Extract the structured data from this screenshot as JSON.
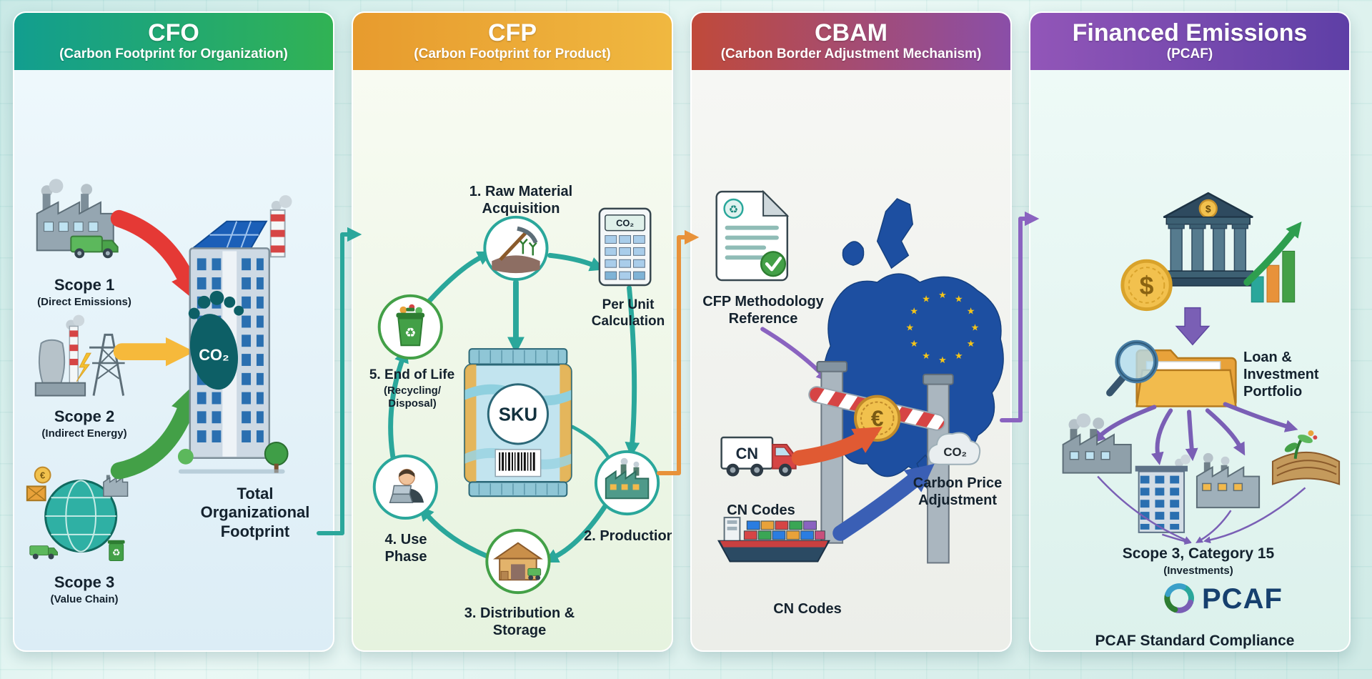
{
  "palette": {
    "teal_connector": "#2aa79b",
    "orange_connector": "#e8923a",
    "purple_connector": "#8a63c0",
    "scope1_arrow": "#e53935",
    "scope2_arrow": "#f6b93b",
    "scope3_arrow": "#43a047",
    "eu_blue": "#1d4fa1",
    "gold": "#f2c14e"
  },
  "icons": {
    "recycle": "♻",
    "star": "★",
    "euro": "€",
    "dollar": "$",
    "co2": "CO₂"
  },
  "panels": {
    "cfo": {
      "title": "CFO",
      "subtitle": "(Carbon Footprint for Organization)",
      "scope1_label": "Scope 1",
      "scope1_sub": "(Direct Emissions)",
      "scope2_label": "Scope 2",
      "scope2_sub": "(Indirect Energy)",
      "scope3_label": "Scope 3",
      "scope3_sub": "(Value Chain)",
      "footprint_text": "CO₂",
      "result": "Total Organizational Footprint"
    },
    "cfp": {
      "title": "CFP",
      "subtitle": "(Carbon Footprint for Product)",
      "stage1": "1. Raw Material Acquisition",
      "calc_screen": "CO₂",
      "per_unit": "Per Unit Calculation",
      "sku": "SKU",
      "stage2": "2. Production",
      "stage3": "3. Distribution & Storage",
      "stage4": "4. Use Phase",
      "stage5": "5. End of Life",
      "stage5_sub": "(Recycling/ Disposal)"
    },
    "cbam": {
      "title": "CBAM",
      "subtitle": "(Carbon Border Adjustment Mechanism)",
      "methodology": "CFP Methodology Reference",
      "cn": "CN",
      "cn_codes_truck": "CN Codes",
      "cn_codes_ship": "CN Codes",
      "price": "Carbon Price Adjustment",
      "co2": "CO₂",
      "euro": "€"
    },
    "financed": {
      "title": "Financed Emissions",
      "subtitle": "(PCAF)",
      "portfolio": "Loan & Investment Portfolio",
      "scope": "Scope 3, Category 15",
      "scope_sub": "(Investments)",
      "pcaf": "PCAF",
      "compliance": "PCAF Standard Compliance",
      "dollar": "$"
    }
  }
}
